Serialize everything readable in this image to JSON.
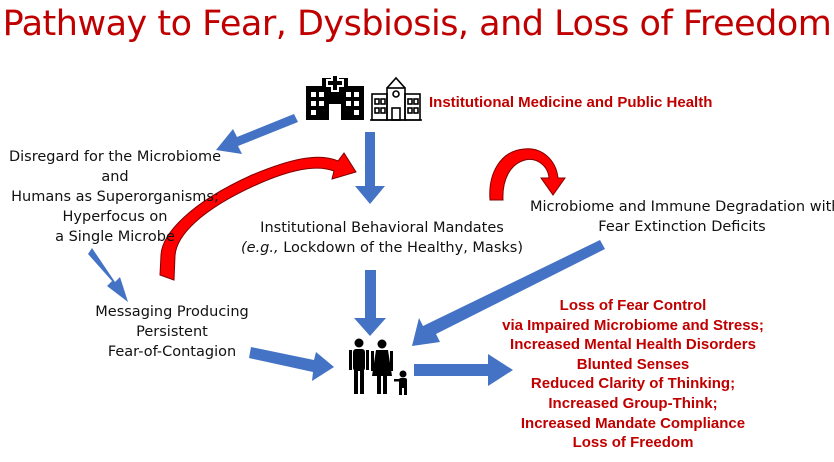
{
  "title": "Pathway to Fear, Dysbiosis, and Loss of Freedom",
  "colors": {
    "accent_red": "#c00000",
    "arrow_blue": "#4472c4",
    "curve_red": "#ff0000"
  },
  "icons": [
    "hospital-icon",
    "school-building-icon",
    "family-icon"
  ],
  "nodes": {
    "institution": "Institutional Medicine and Public Health",
    "disregard": [
      "Disregard for the Microbiome",
      "and",
      "Humans as Superorganisms;",
      "Hyperfocus on",
      "a Single Microbe"
    ],
    "mandates_line1": "Institutional Behavioral Mandates",
    "mandates_eg": "(e.g.,",
    "mandates_rest": " Lockdown of the Healthy, Masks)",
    "microbiome": [
      "Microbiome and Immune Degradation with",
      "Fear Extinction Deficits"
    ],
    "messaging": [
      "Messaging Producing",
      "Persistent",
      "Fear-of-Contagion"
    ],
    "outcomes": [
      "Loss of Fear Control",
      "via Impaired Microbiome and Stress;",
      "Increased Mental Health Disorders",
      "Blunted Senses",
      "Reduced Clarity of Thinking;",
      "Increased Group-Think;",
      "Increased Mandate Compliance",
      "Loss of Freedom"
    ]
  }
}
